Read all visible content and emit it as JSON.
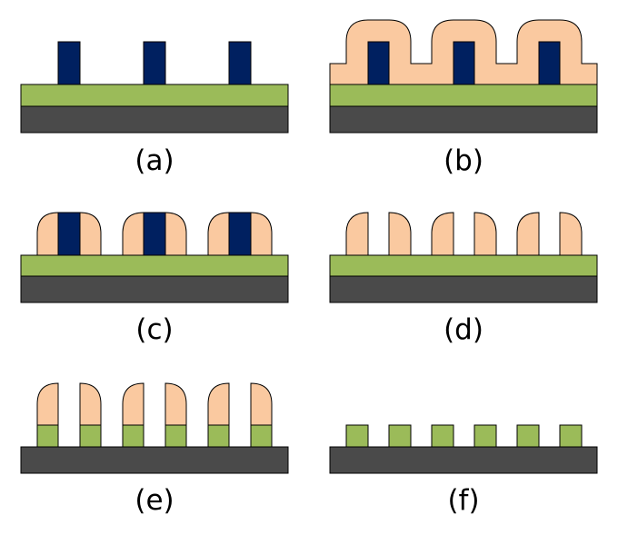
{
  "colors": {
    "substrate": "#4a4a4a",
    "film": "#9bbb59",
    "mandrel": "#002060",
    "spacer": "#fac9a0",
    "outline": "#000000",
    "background": "#ffffff"
  },
  "panels": [
    {
      "id": "a",
      "label": "(a)"
    },
    {
      "id": "b",
      "label": "(b)"
    },
    {
      "id": "c",
      "label": "(c)"
    },
    {
      "id": "d",
      "label": "(d)"
    },
    {
      "id": "e",
      "label": "(e)"
    },
    {
      "id": "f",
      "label": "(f)"
    }
  ]
}
